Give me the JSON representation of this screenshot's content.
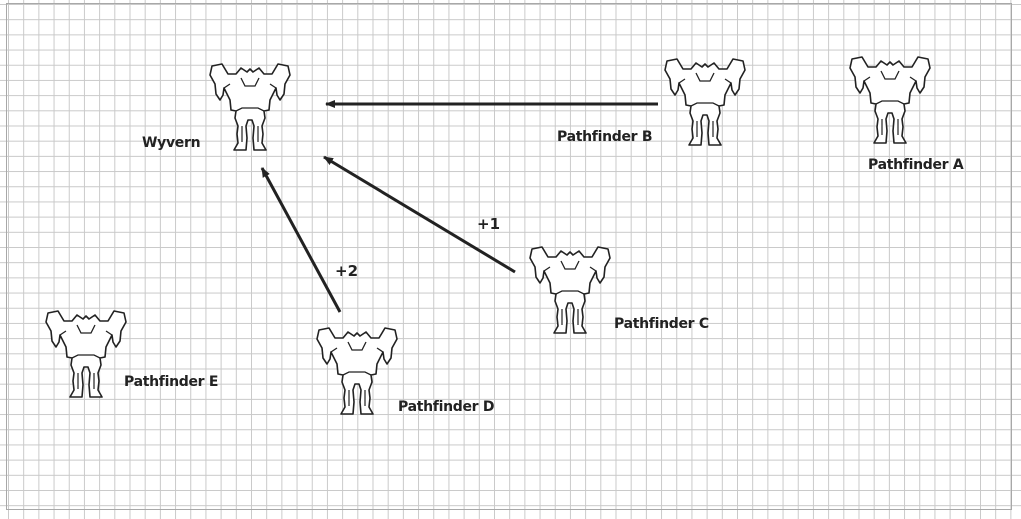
{
  "units": [
    {
      "id": "wyvern",
      "label": "Wyvern"
    },
    {
      "id": "pathfinder-a",
      "label": "Pathfinder A"
    },
    {
      "id": "pathfinder-b",
      "label": "Pathfinder B"
    },
    {
      "id": "pathfinder-c",
      "label": "Pathfinder C"
    },
    {
      "id": "pathfinder-d",
      "label": "Pathfinder D"
    },
    {
      "id": "pathfinder-e",
      "label": "Pathfinder E"
    }
  ],
  "modifiers": {
    "c_to_wyvern": "+1",
    "d_to_wyvern": "+2"
  },
  "arrows": [
    {
      "from": "Pathfinder B",
      "to": "Wyvern"
    },
    {
      "from": "Pathfinder C",
      "to": "Wyvern",
      "modifier": "+1"
    },
    {
      "from": "Pathfinder D",
      "to": "Wyvern",
      "modifier": "+2"
    }
  ],
  "icon": "mech-silhouette-icon",
  "colors": {
    "grid": "#c9c9c9",
    "line": "#222222",
    "background": "#ffffff"
  }
}
